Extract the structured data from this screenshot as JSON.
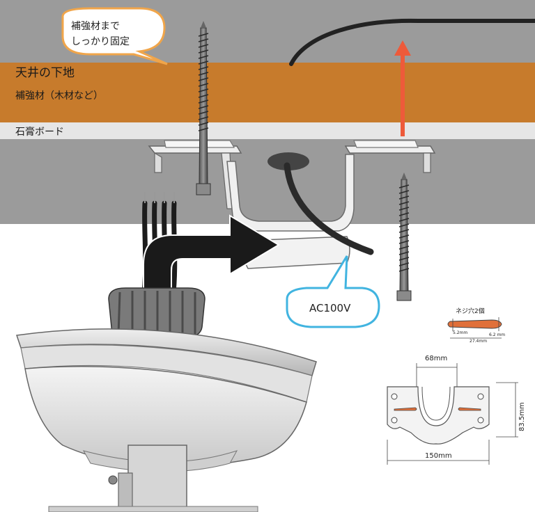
{
  "labels": {
    "callout_top_line1": "補強材まで",
    "callout_top_line2": "しっかり固定",
    "ceiling_base": "天井の下地",
    "reinforcement": "補強材（木材など）",
    "plasterboard": "石膏ボード",
    "callout_power": "AC100V"
  },
  "screw_spec": {
    "title": "ネジ穴2個",
    "width_small": "5.2mm",
    "width_large": "6.2 mm",
    "length": "27.4mm"
  },
  "bracket_spec": {
    "inner_width": "68mm",
    "overall_width": "150mm",
    "height": "83.5mm"
  },
  "colors": {
    "ceiling_gray": "#9b9b9b",
    "wood": "#c77b2c",
    "board": "#e6e6e6",
    "arrow_red": "#ee5a3a",
    "callout_orange": "#f0a54a",
    "callout_blue": "#41b4e0",
    "slot_orange": "#e0703a"
  }
}
